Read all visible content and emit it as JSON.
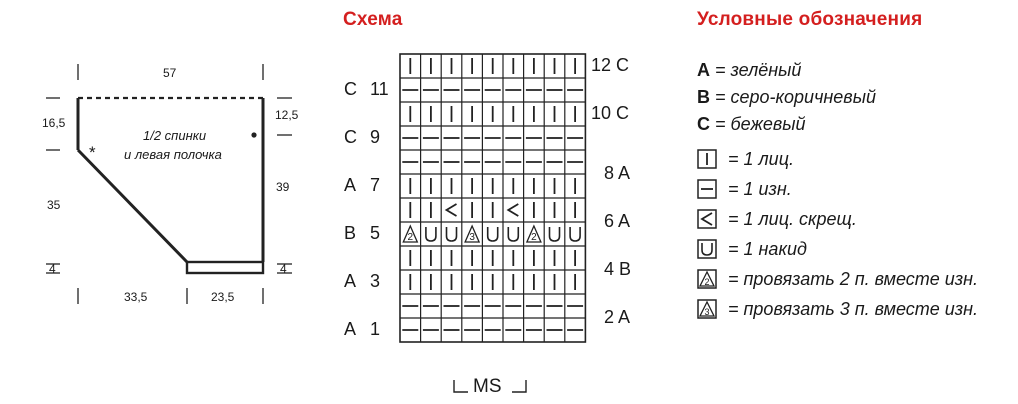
{
  "pattern": {
    "shape_labels": {
      "top_width": "57",
      "left_shoulder": "16,5",
      "right_shoulder": "12,5",
      "left_side": "35",
      "right_side": "39",
      "left_hem": "4",
      "right_hem": "4",
      "bottom_left": "33,5",
      "bottom_right": "23,5",
      "caption_line1": "1/2 спинки",
      "caption_line2": "и левая полочка",
      "star": "*"
    }
  },
  "scheme": {
    "title": "Схема",
    "left_labels": [
      {
        "color": "C",
        "row": "11"
      },
      {
        "color": "C",
        "row": "9"
      },
      {
        "color": "A",
        "row": "7"
      },
      {
        "color": "B",
        "row": "5"
      },
      {
        "color": "A",
        "row": "3"
      },
      {
        "color": "A",
        "row": "1"
      }
    ],
    "right_labels": [
      {
        "row": "12",
        "color": "C"
      },
      {
        "row": "10",
        "color": "C"
      },
      {
        "row": "8",
        "color": "A"
      },
      {
        "row": "6",
        "color": "A"
      },
      {
        "row": "4",
        "color": "B"
      },
      {
        "row": "2",
        "color": "A"
      }
    ],
    "grid_rows_top_to_bottom": [
      [
        "k",
        "k",
        "k",
        "k",
        "k",
        "k",
        "k",
        "k",
        "k"
      ],
      [
        "p",
        "p",
        "p",
        "p",
        "p",
        "p",
        "p",
        "p",
        "p"
      ],
      [
        "k",
        "k",
        "k",
        "k",
        "k",
        "k",
        "k",
        "k",
        "k"
      ],
      [
        "p",
        "p",
        "p",
        "p",
        "p",
        "p",
        "p",
        "p",
        "p"
      ],
      [
        "p",
        "p",
        "p",
        "p",
        "p",
        "p",
        "p",
        "p",
        "p"
      ],
      [
        "k",
        "k",
        "k",
        "k",
        "k",
        "k",
        "k",
        "k",
        "k"
      ],
      [
        "k",
        "k",
        "c",
        "k",
        "k",
        "c",
        "k",
        "k",
        "k"
      ],
      [
        "2",
        "u",
        "u",
        "3",
        "u",
        "u",
        "2",
        "u",
        "u"
      ],
      [
        "k",
        "k",
        "k",
        "k",
        "k",
        "k",
        "k",
        "k",
        "k"
      ],
      [
        "k",
        "k",
        "k",
        "k",
        "k",
        "k",
        "k",
        "k",
        "k"
      ],
      [
        "p",
        "p",
        "p",
        "p",
        "p",
        "p",
        "p",
        "p",
        "p"
      ],
      [
        "p",
        "p",
        "p",
        "p",
        "p",
        "p",
        "p",
        "p",
        "p"
      ]
    ],
    "repeat_label": "MS"
  },
  "legend": {
    "title": "Условные обозначения",
    "colors": [
      {
        "key": "A",
        "text": "= зелёный"
      },
      {
        "key": "B",
        "text": "= серо-коричневый"
      },
      {
        "key": "C",
        "text": "= бежевый"
      }
    ],
    "symbols": [
      {
        "symbol": "knit-symbol",
        "text": "= 1 лиц."
      },
      {
        "symbol": "purl-symbol",
        "text": "= 1 изн."
      },
      {
        "symbol": "crossed-knit-symbol",
        "text": "= 1 лиц. скрещ."
      },
      {
        "symbol": "yarn-over-symbol",
        "text": "= 1 накид"
      },
      {
        "symbol": "purl-2-together-symbol",
        "text": "= провязать 2 п. вместе изн."
      },
      {
        "symbol": "purl-3-together-symbol",
        "text": "= провязать 3 п. вместе изн."
      }
    ]
  }
}
